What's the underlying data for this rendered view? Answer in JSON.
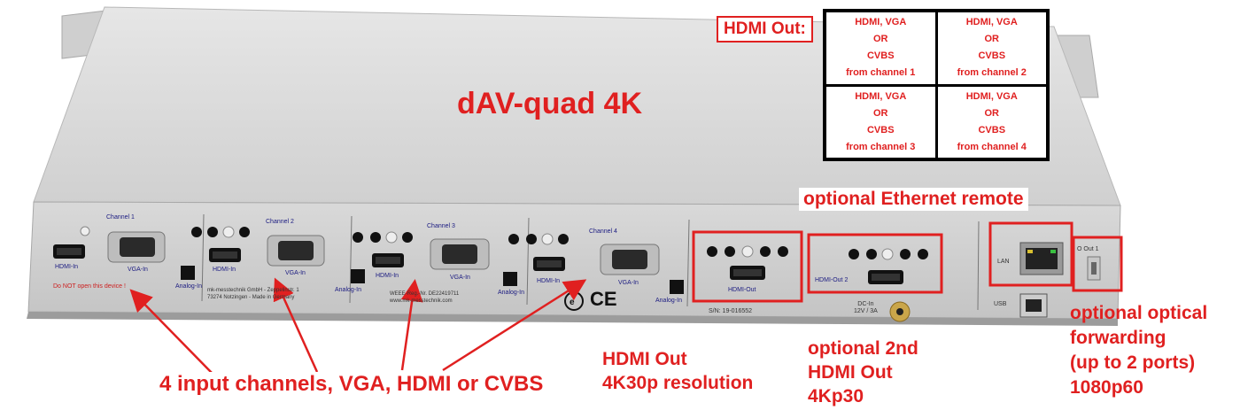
{
  "title": "dAV-quad 4K",
  "hdmi_out_box": {
    "label": "HDMI Out:",
    "cells": [
      {
        "line1": "HDMI, VGA",
        "line2": "OR",
        "line3": "CVBS",
        "line4": "from channel 1"
      },
      {
        "line1": "HDMI, VGA",
        "line2": "OR",
        "line3": "CVBS",
        "line4": "from channel 2"
      },
      {
        "line1": "HDMI, VGA",
        "line2": "OR",
        "line3": "CVBS",
        "line4": "from channel 3"
      },
      {
        "line1": "HDMI, VGA",
        "line2": "OR",
        "line3": "CVBS",
        "line4": "from channel 4"
      }
    ]
  },
  "annotations": {
    "ethernet": "optional Ethernet remote",
    "inputs": "4 input channels, VGA, HDMI or CVBS",
    "hdmi_out_line1": "HDMI Out",
    "hdmi_out_line2": "4K30p resolution",
    "hdmi2_line1": "optional 2nd",
    "hdmi2_line2": "HDMI Out",
    "hdmi2_line3": "4Kp30",
    "optical_line1": "optional optical",
    "optical_line2": "forwarding",
    "optical_line3": "(up to 2 ports)",
    "optical_line4": "1080p60"
  },
  "panel": {
    "channel1": "Channel 1",
    "channel2": "Channel 2",
    "channel3": "Channel 3",
    "channel4": "Channel 4",
    "hdmi_in": "HDMI-In",
    "vga_in": "VGA-In",
    "analog_in": "Analog-In",
    "hdmi_out": "HDMI-Out",
    "hdmi_out2": "HDMI-Out 2",
    "lan": "LAN",
    "usb": "USB",
    "dc_in_1": "DC-In",
    "dc_in_2": "12V / 3A",
    "fo_out": "O Out 1",
    "warning": "Do NOT open this device !",
    "company_1": "mk-messtechnik GmbH - Zeppelinstr. 1",
    "company_2": "73274 Notzingen - Made in Germany",
    "weee_1": "WEEE-Reg.-Nr. DE22419711",
    "weee_2": "www.mk-messtechnik.com",
    "serial": "S/N: 19-016552",
    "ce": "CE"
  }
}
